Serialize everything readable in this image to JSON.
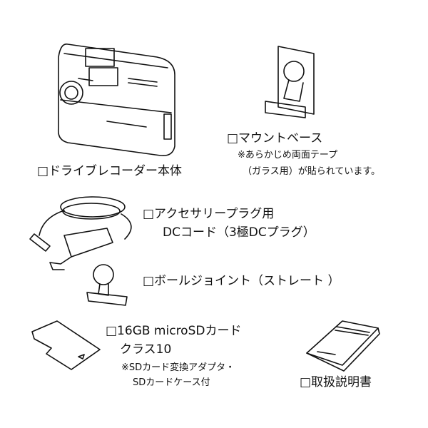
{
  "items": {
    "dashcam": {
      "label": "□ドライブレコーダー本体"
    },
    "mount": {
      "label": "□マウントベース",
      "note_1": "※あらかじめ両面テープ",
      "note_2": "（ガラス用）が貼られています。"
    },
    "cable": {
      "label_1": "□アクセサリープラグ用",
      "label_2": "DCコード（3極DCプラグ）"
    },
    "ball_joint": {
      "label": "□ボールジョイント（ストレート ）"
    },
    "sd_card": {
      "label_1": "□16GB microSDカード",
      "label_2": "クラス10",
      "note_1": "※SDカード変換アダプタ・",
      "note_2": "SDカードケース付"
    },
    "manual": {
      "label": "□取扱説明書"
    }
  }
}
